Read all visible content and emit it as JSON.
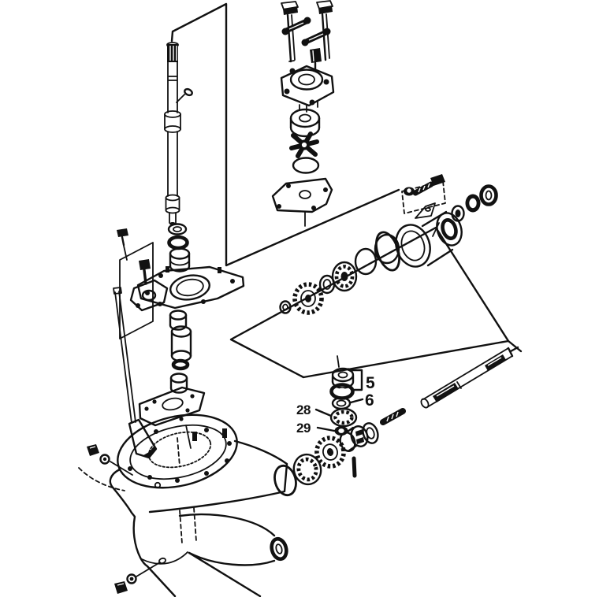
{
  "figure": {
    "background_color": "#ffffff",
    "line_color": "#111111",
    "callouts": [
      {
        "label": "5"
      },
      {
        "label": "6"
      },
      {
        "label": "28"
      },
      {
        "label": "29"
      }
    ]
  }
}
